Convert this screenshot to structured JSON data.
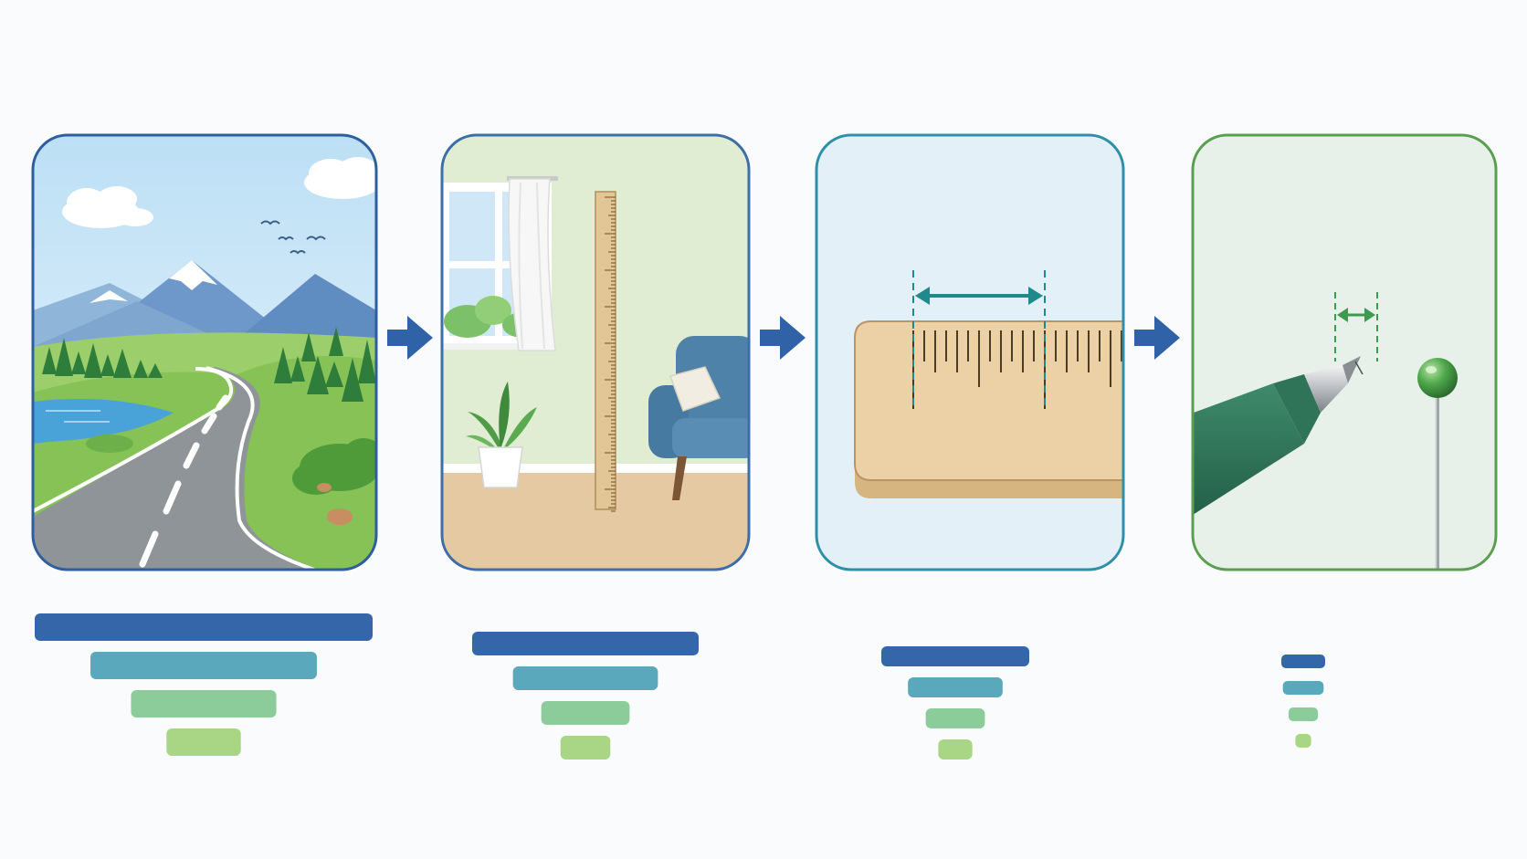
{
  "colors": {
    "background": "#fafbfc",
    "panel_borders": [
      "#2f5e9e",
      "#3d6ea8",
      "#2e8fa8",
      "#5a9e4f"
    ],
    "arrow": "#2f62a6",
    "bar_tiers": [
      "#3566aa",
      "#5aa8bb",
      "#8ccc9a",
      "#a8d684"
    ],
    "measure_teal": "#1f8a8c",
    "measure_green": "#3e9a4e",
    "ruler_wood": "#e8c99c"
  },
  "panels": [
    {
      "scene": "landscape-road",
      "icons": [
        "mountain-icon",
        "road-icon",
        "lake-icon",
        "tree-icon",
        "bird-icon",
        "cloud-icon"
      ]
    },
    {
      "scene": "room-with-ruler",
      "icons": [
        "window-icon",
        "curtain-icon",
        "ruler-icon",
        "plant-icon",
        "armchair-icon"
      ]
    },
    {
      "scene": "ruler-closeup",
      "icons": [
        "ruler-icon",
        "measurement-arrow-icon"
      ]
    },
    {
      "scene": "pen-tip-and-pin",
      "icons": [
        "pen-icon",
        "pin-icon",
        "measurement-arrow-icon"
      ]
    }
  ],
  "arrows": [
    "arrow-right-icon",
    "arrow-right-icon",
    "arrow-right-icon"
  ],
  "bar_groups": [
    {
      "widths": [
        1.0,
        0.67,
        0.43,
        0.22
      ]
    },
    {
      "widths": [
        1.0,
        0.64,
        0.39,
        0.22
      ]
    },
    {
      "widths": [
        1.0,
        0.64,
        0.4,
        0.23
      ]
    },
    {
      "widths": [
        1.0,
        0.93,
        0.67,
        0.36
      ]
    }
  ]
}
